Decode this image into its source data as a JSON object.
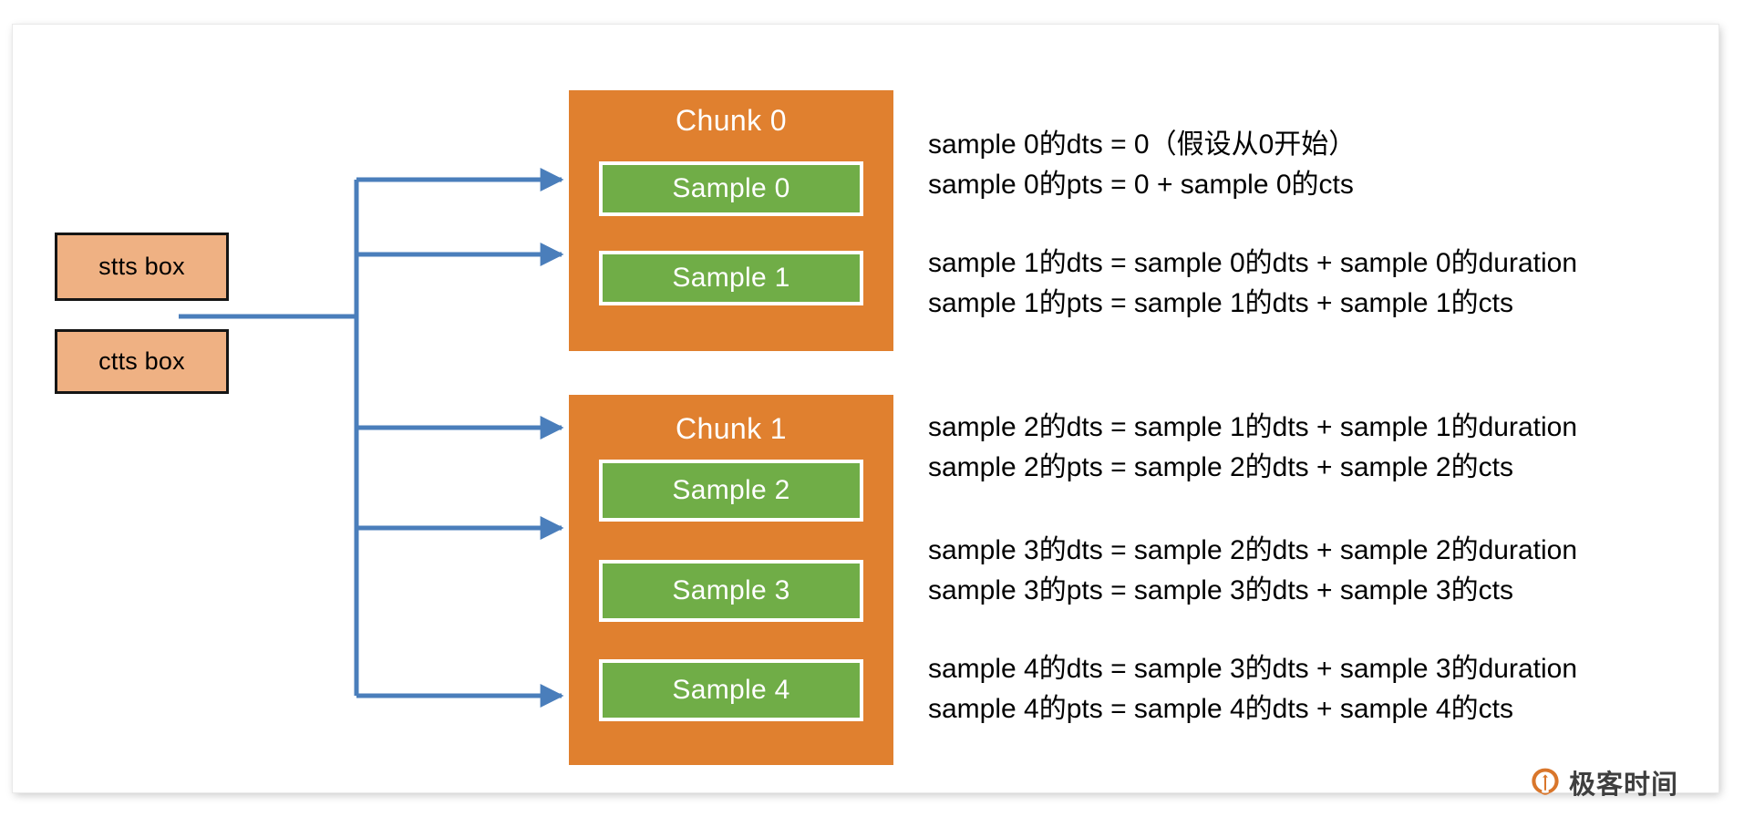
{
  "diagram": {
    "title": "MP4 stts/ctts sample timing diagram",
    "colors": {
      "chunk_fill": "#e0802f",
      "sample_fill": "#70ad47",
      "box_fill": "#efb183",
      "arrow": "#4a7ebb",
      "brand_orange": "#d9762b"
    }
  },
  "left_boxes": [
    {
      "label": "stts box"
    },
    {
      "label": "ctts box"
    }
  ],
  "chunks": [
    {
      "title": "Chunk 0",
      "samples": [
        {
          "label": "Sample 0"
        },
        {
          "label": "Sample 1"
        }
      ]
    },
    {
      "title": "Chunk 1",
      "samples": [
        {
          "label": "Sample 2"
        },
        {
          "label": "Sample 3"
        },
        {
          "label": "Sample 4"
        }
      ]
    }
  ],
  "formulas": [
    {
      "lines": [
        "sample 0的dts = 0（假设从0开始）",
        "sample 0的pts = 0 + sample 0的cts"
      ]
    },
    {
      "lines": [
        "sample 1的dts = sample 0的dts + sample 0的duration",
        "sample 1的pts = sample 1的dts + sample 1的cts"
      ]
    },
    {
      "lines": [
        "sample 2的dts = sample 1的dts + sample 1的duration",
        "sample 2的pts = sample 2的dts + sample 2的cts"
      ]
    },
    {
      "lines": [
        "sample 3的dts = sample 2的dts + sample 2的duration",
        "sample 3的pts = sample 3的dts + sample 3的cts"
      ]
    },
    {
      "lines": [
        "sample 4的dts = sample 3的dts + sample 3的duration",
        "sample 4的pts = sample 4的dts + sample 4的cts"
      ]
    }
  ],
  "brand": {
    "name": "极客时间",
    "icon": "geektime-logo-icon"
  }
}
